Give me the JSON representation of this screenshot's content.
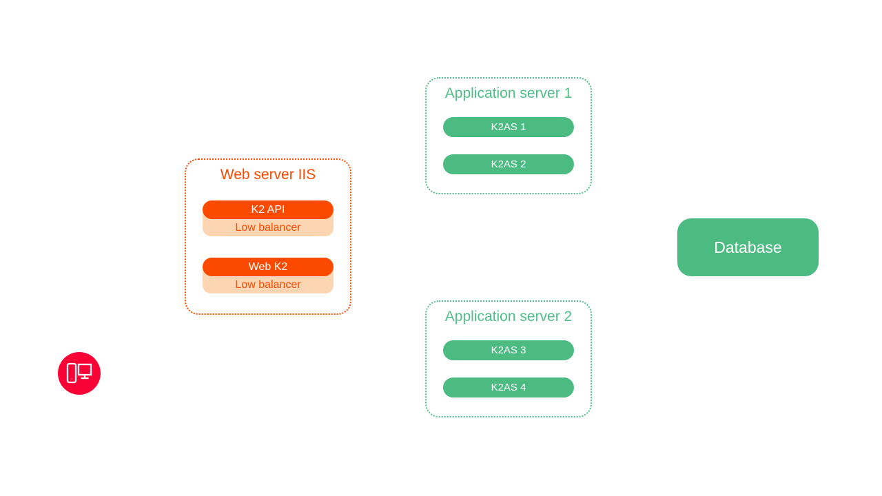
{
  "colors": {
    "red": "#F90235",
    "orange": "#FB4A00",
    "orange-light": "#FCD5B2",
    "green": "#4CBB82",
    "green-text": "#4FBE88",
    "white": "#FFFFFF"
  },
  "client": {
    "icon": "desktop-computer-icon"
  },
  "web_server": {
    "title": "Web server IIS",
    "components": [
      {
        "name": "K2 API",
        "sub": "Low balancer"
      },
      {
        "name": "Web K2",
        "sub": "Low balancer"
      }
    ]
  },
  "app_servers": [
    {
      "title": "Application server 1",
      "nodes": [
        "K2AS 1",
        "K2AS 2"
      ]
    },
    {
      "title": "Application server 2",
      "nodes": [
        "K2AS 3",
        "K2AS 4"
      ]
    }
  ],
  "database": {
    "label": "Database"
  }
}
